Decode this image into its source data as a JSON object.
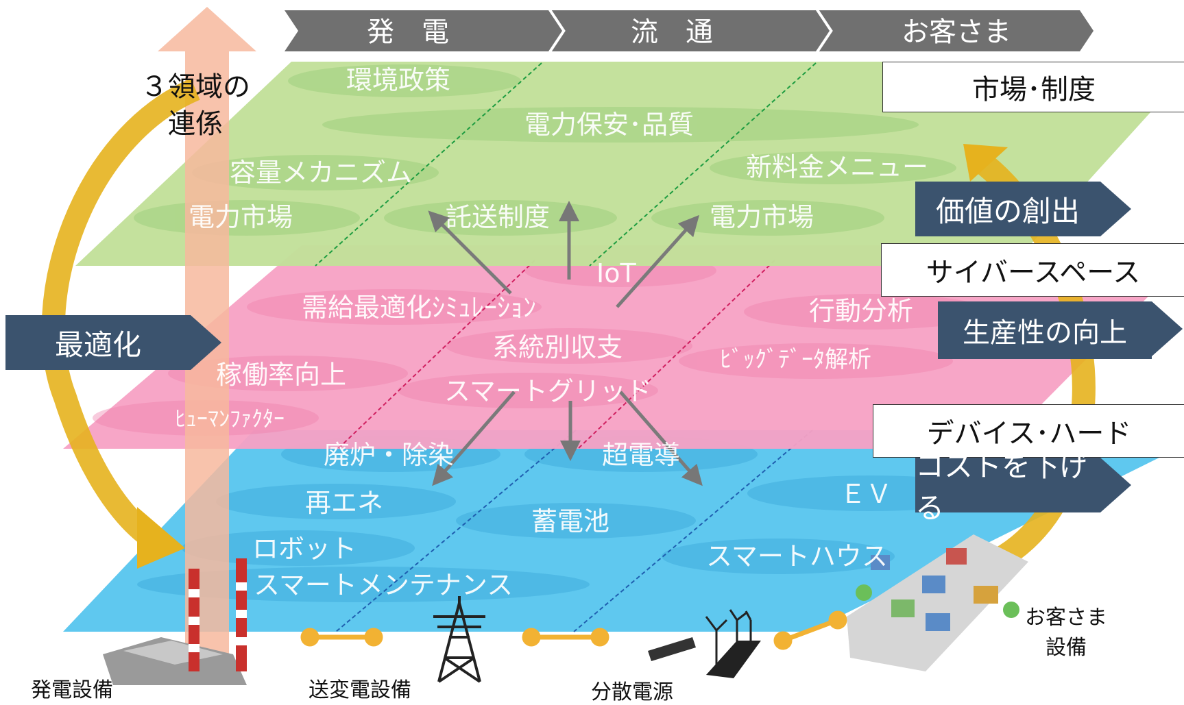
{
  "header": {
    "stages": [
      "発　電",
      "流　通",
      "お客さま"
    ]
  },
  "left": {
    "linkage_label": "３領域の\n連係",
    "optimize_label": "最適化"
  },
  "layers": {
    "market": {
      "title": "市場･制度",
      "value_label": "価値の創出",
      "items": [
        "環境政策",
        "電力保安･品質",
        "容量メカニズム",
        "新料金メニュー",
        "電力市場",
        "託送制度",
        "電力市場"
      ]
    },
    "cyber": {
      "title": "サイバースペース",
      "value_label": "生産性の向上",
      "items": [
        "IoT",
        "需給最適化ｼﾐｭﾚｰｼｮﾝ",
        "行動分析",
        "系統別収支",
        "ﾋﾞｯｸﾞﾃﾞｰﾀ解析",
        "稼働率向上",
        "スマートグリッド",
        "ﾋｭｰﾏﾝﾌｧｸﾀｰ"
      ]
    },
    "device": {
      "title": "デバイス･ハード",
      "value_label": "コストを下げる",
      "items": [
        "廃炉・除染",
        "超電導",
        "ＥＶ",
        "再エネ",
        "蓄電池",
        "ロボット",
        "スマートハウス",
        "スマートメンテナンス"
      ]
    }
  },
  "footer": {
    "power_plant": "発電設備",
    "transmission": "送変電設備",
    "distributed": "分散電源",
    "customer": "お客さま\n設備"
  },
  "colors": {
    "green_layer": "#c2e09a",
    "pink_layer": "#f6a5c6",
    "blue_layer": "#5fc8ef",
    "dark_box": "#3b536e",
    "gold_arrow": "#e6b21e",
    "salmon_arrow": "#f7b99e",
    "header_chevron": "#707070"
  }
}
